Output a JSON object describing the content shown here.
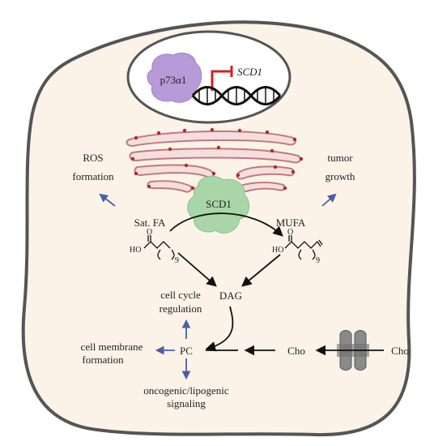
{
  "nucleus": {
    "protein": "p73α1",
    "gene": "SCD1"
  },
  "enzyme": "SCD1",
  "left": {
    "outcome_line1": "ROS",
    "outcome_line2": "formation",
    "substrate": "Sat. FA",
    "ho": "HO",
    "o": "O",
    "n": "9"
  },
  "right": {
    "outcome_line1": "tumor",
    "outcome_line2": "growth",
    "product": "MUFA",
    "ho": "HO",
    "o": "O",
    "n": "9"
  },
  "center": {
    "dag": "DAG",
    "pc": "PC",
    "cho_inner": "Cho",
    "cho_outer": "Cho"
  },
  "pc_outputs": {
    "up_line1": "cell cycle",
    "up_line2": "regulation",
    "left_line1": "cell membrane",
    "left_line2": "formation",
    "down_line1": "oncogenic/lipogenic",
    "down_line2": "signaling"
  },
  "colors": {
    "cell_fill": "#fbf3e8",
    "cell_stroke": "#555555",
    "p73_fill": "#b79ad8",
    "scd1_fill": "#a8d6a8",
    "er_stroke": "#c2797d",
    "er_fill": "#f4dede",
    "repress": "#d42020",
    "blue_arrow": "#4a5fa6",
    "black": "#111111",
    "channel": "#8a8a8a"
  }
}
